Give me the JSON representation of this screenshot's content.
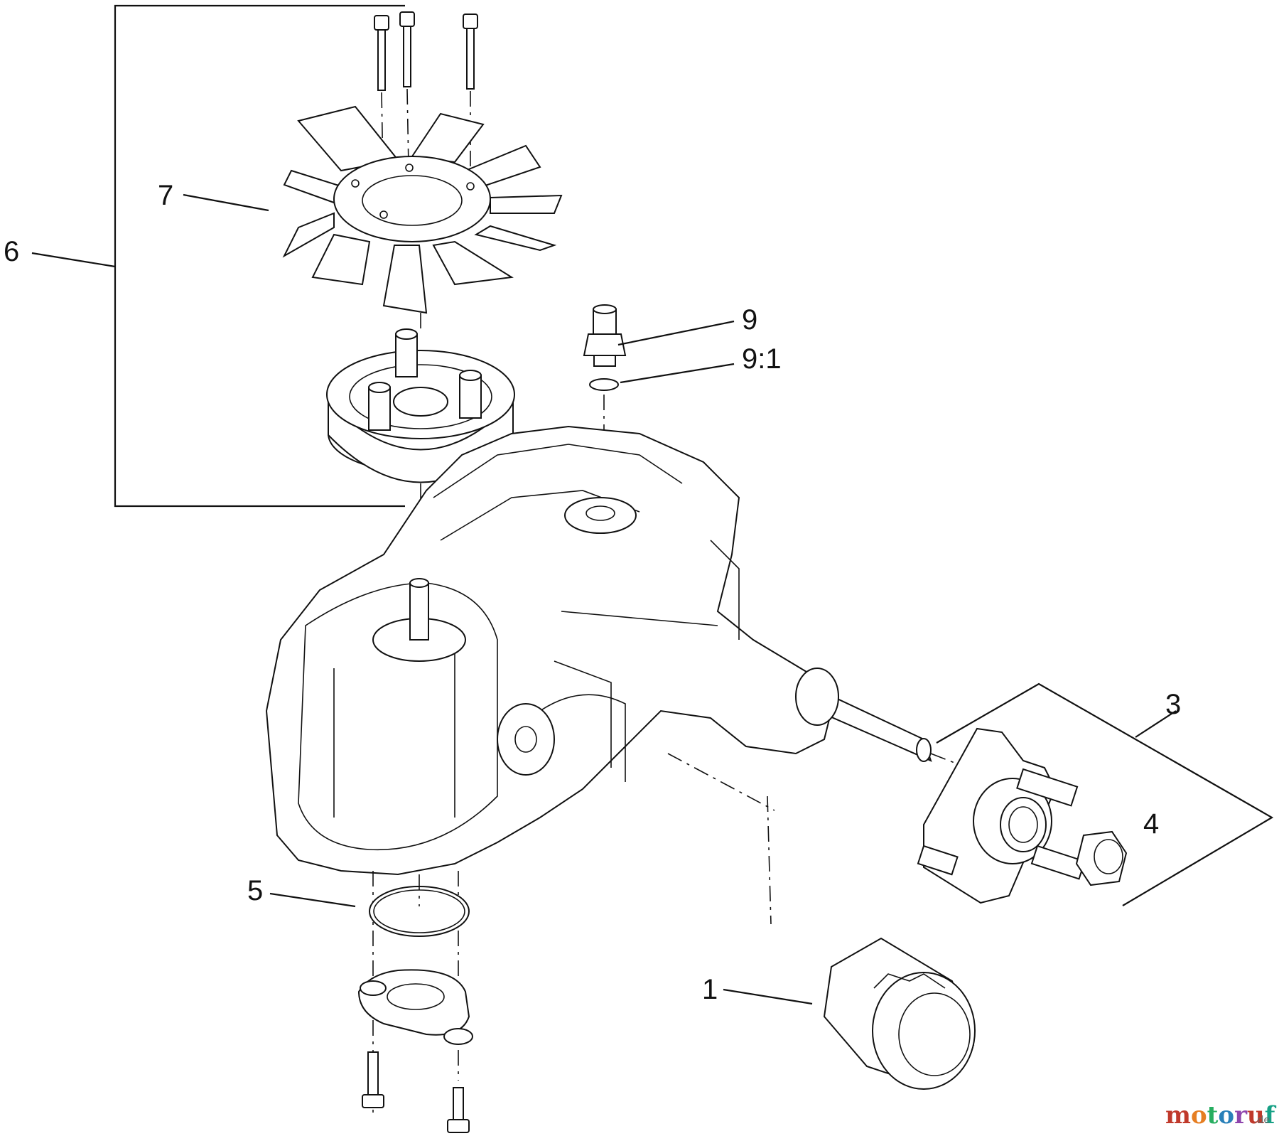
{
  "callouts": {
    "c1": "1",
    "c3": "3",
    "c4": "4",
    "c5": "5",
    "c6": "6",
    "c7": "7",
    "c9": "9",
    "c91": "9:1"
  },
  "watermark": {
    "main": "motoruf",
    "suffix": ".de",
    "colors": [
      "#c0392b",
      "#e67e22",
      "#27ae60",
      "#2980b9",
      "#8e44ad",
      "#c0392b",
      "#16a085"
    ]
  }
}
